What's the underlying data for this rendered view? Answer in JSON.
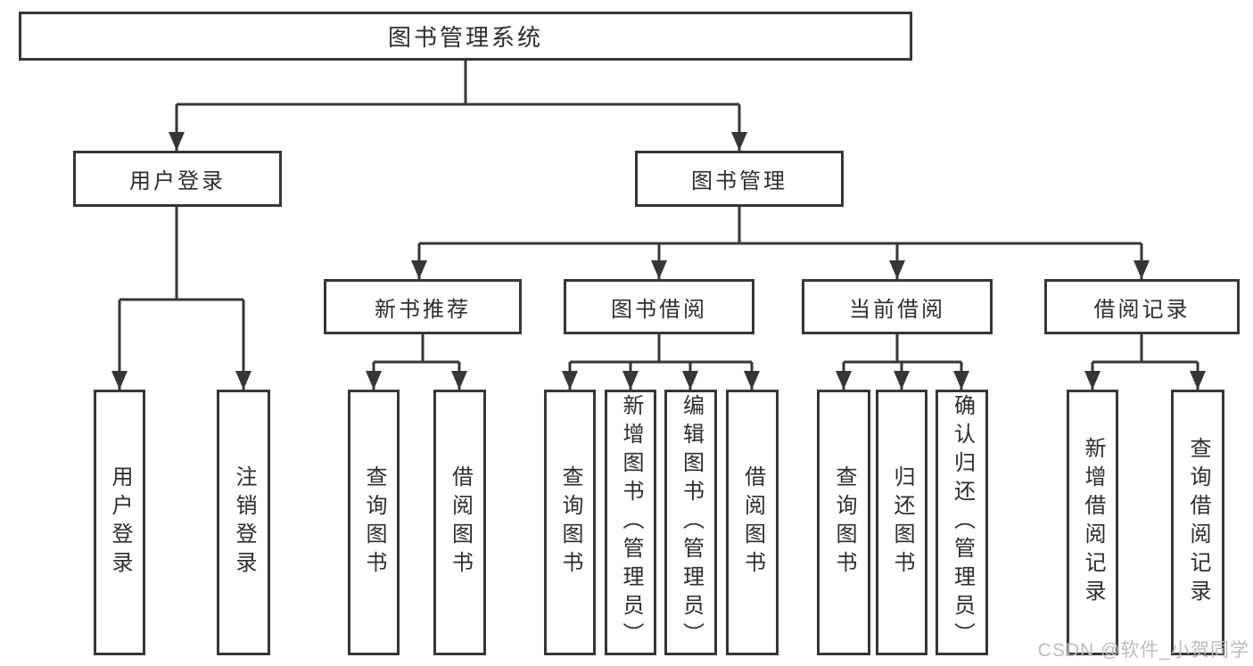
{
  "colors": {
    "line": "#363636",
    "text": "#2d2d2d",
    "background": "#ffffff",
    "watermark": "#bcbcbc"
  },
  "diagram": {
    "root": {
      "label": "图书管理系统"
    },
    "branches": [
      {
        "label": "用户登录",
        "children": [
          {
            "label": "用户登录"
          },
          {
            "label": "注销登录"
          }
        ]
      },
      {
        "label": "图书管理",
        "children": [
          {
            "label": "新书推荐",
            "children": [
              {
                "label": "查询图书"
              },
              {
                "label": "借阅图书"
              }
            ]
          },
          {
            "label": "图书借阅",
            "children": [
              {
                "label": "查询图书"
              },
              {
                "label": "新增图书（管理员）"
              },
              {
                "label": "编辑图书（管理员）"
              },
              {
                "label": "借阅图书"
              }
            ]
          },
          {
            "label": "当前借阅",
            "children": [
              {
                "label": "查询图书"
              },
              {
                "label": "归还图书"
              },
              {
                "label": "确认归还（管理员）"
              }
            ]
          },
          {
            "label": "借阅记录",
            "children": [
              {
                "label": "新增借阅记录"
              },
              {
                "label": "查询借阅记录"
              }
            ]
          }
        ]
      }
    ]
  },
  "watermark": {
    "text": "CSDN @软件_小贺同学"
  }
}
